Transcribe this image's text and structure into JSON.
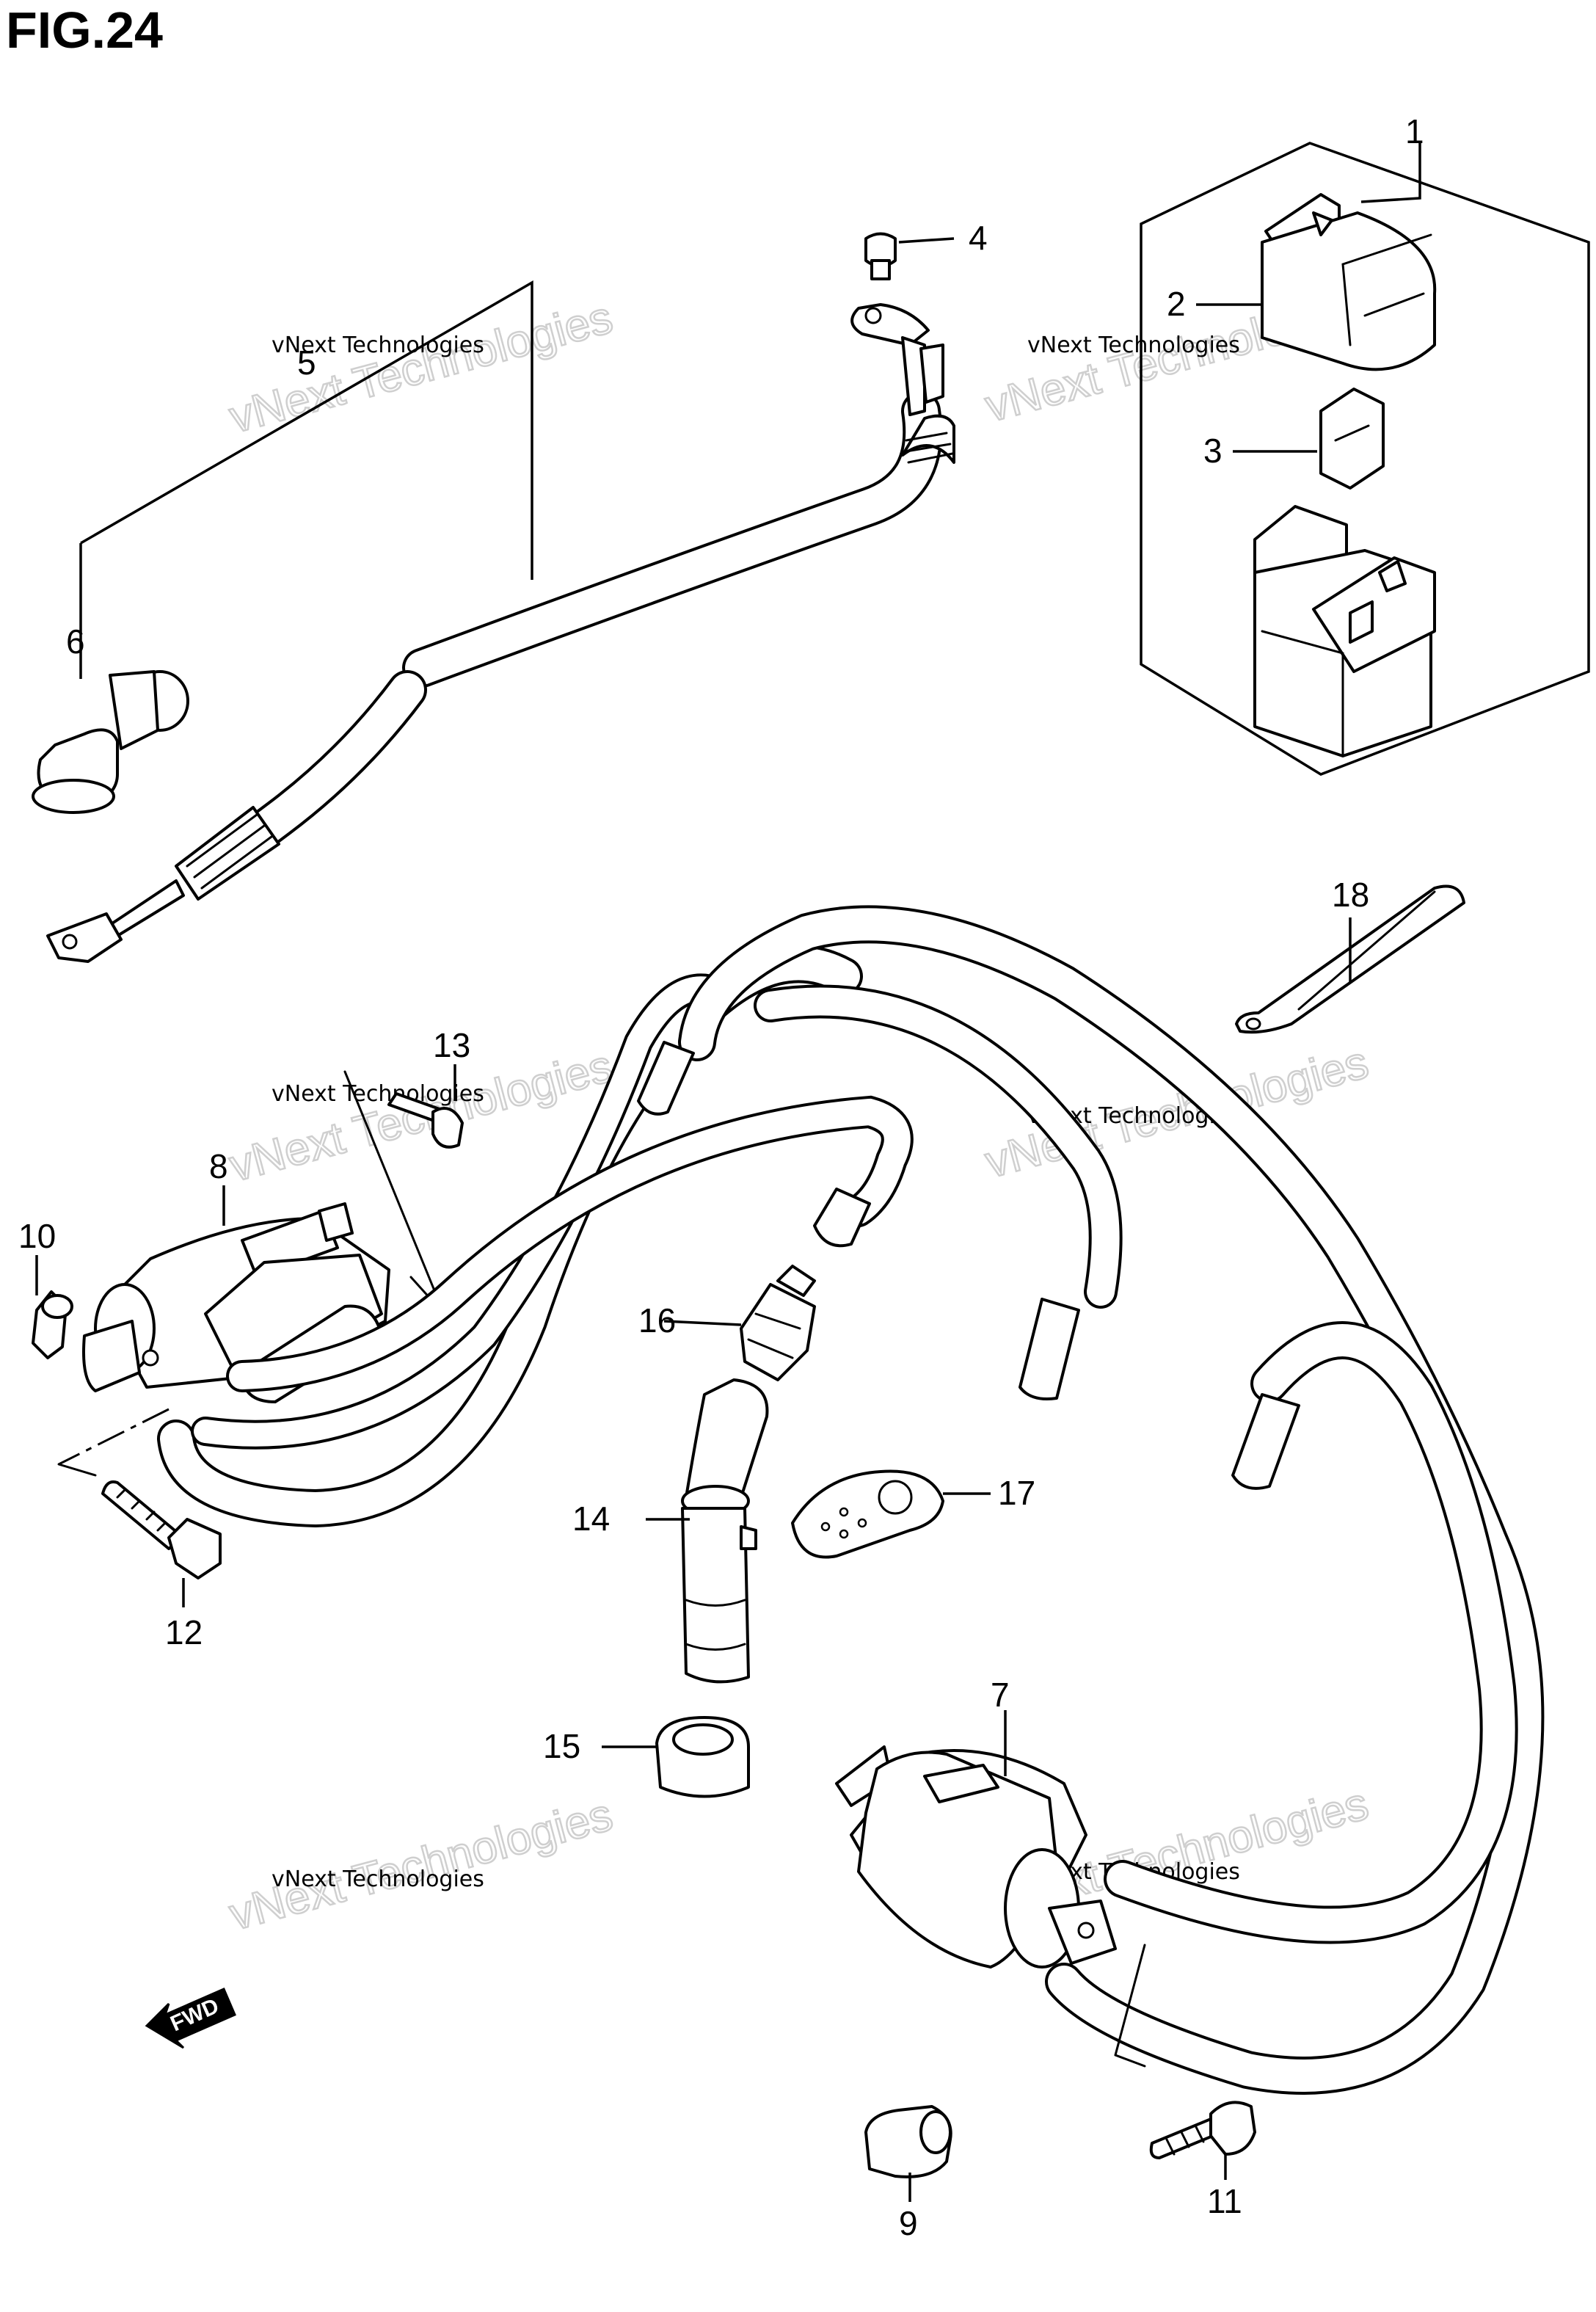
{
  "figure": {
    "title": "FIG.24"
  },
  "watermark": {
    "big": "vNext Technologies",
    "small": "vNext Technologies"
  },
  "fwd_label": "FWD",
  "callouts": [
    {
      "id": "1",
      "text": "1"
    },
    {
      "id": "2",
      "text": "2"
    },
    {
      "id": "3",
      "text": "3"
    },
    {
      "id": "4",
      "text": "4"
    },
    {
      "id": "5",
      "text": "5"
    },
    {
      "id": "6",
      "text": "6"
    },
    {
      "id": "7",
      "text": "7"
    },
    {
      "id": "8",
      "text": "8"
    },
    {
      "id": "9",
      "text": "9"
    },
    {
      "id": "10",
      "text": "10"
    },
    {
      "id": "11",
      "text": "11"
    },
    {
      "id": "12",
      "text": "12"
    },
    {
      "id": "13",
      "text": "13"
    },
    {
      "id": "14",
      "text": "14"
    },
    {
      "id": "15",
      "text": "15"
    },
    {
      "id": "16",
      "text": "16"
    },
    {
      "id": "17",
      "text": "17"
    },
    {
      "id": "18",
      "text": "18"
    }
  ]
}
